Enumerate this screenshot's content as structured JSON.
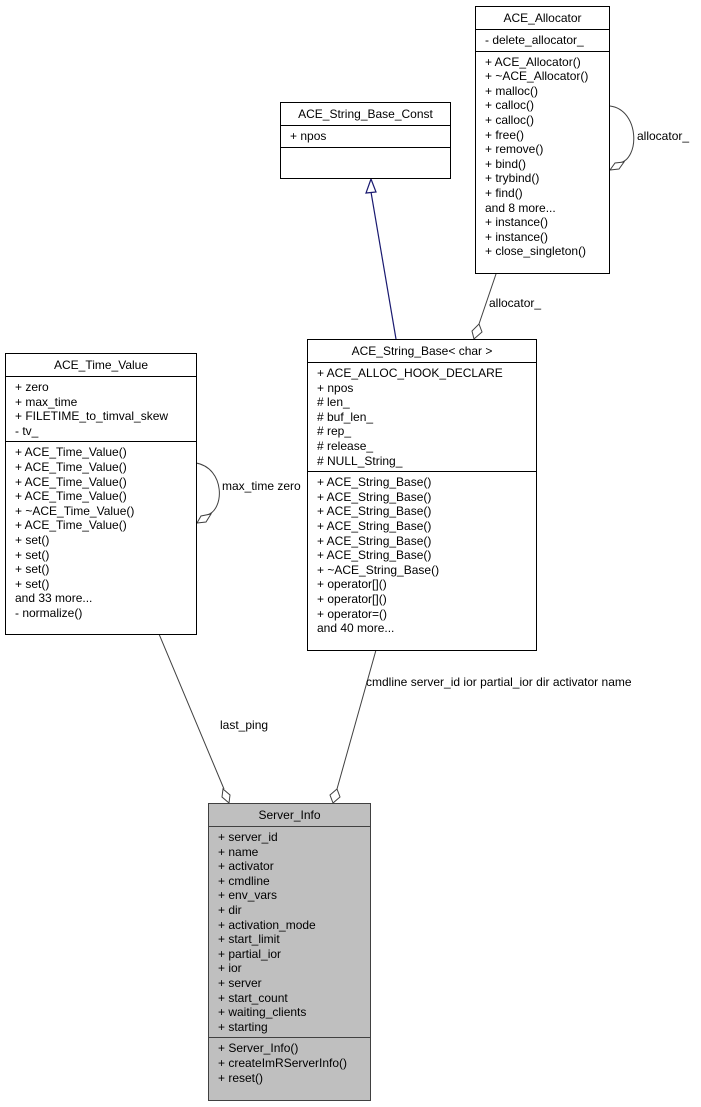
{
  "classes": {
    "allocator": {
      "name": "ACE_Allocator",
      "attributes": [
        "- delete_allocator_"
      ],
      "methods": [
        "+ ACE_Allocator()",
        "+ ~ACE_Allocator()",
        "+ malloc()",
        "+ calloc()",
        "+ calloc()",
        "+ free()",
        "+ remove()",
        "+ bind()",
        "+ trybind()",
        "+ find()",
        "and 8 more...",
        "+ instance()",
        "+ instance()",
        "+ close_singleton()"
      ]
    },
    "string_base_const": {
      "name": "ACE_String_Base_Const",
      "attributes": [
        "+ npos"
      ],
      "methods": []
    },
    "string_base": {
      "name": "ACE_String_Base< char >",
      "attributes": [
        "+ ACE_ALLOC_HOOK_DECLARE",
        "+ npos",
        "# len_",
        "# buf_len_",
        "# rep_",
        "# release_",
        "# NULL_String_"
      ],
      "methods": [
        "+ ACE_String_Base()",
        "+ ACE_String_Base()",
        "+ ACE_String_Base()",
        "+ ACE_String_Base()",
        "+ ACE_String_Base()",
        "+ ACE_String_Base()",
        "+ ~ACE_String_Base()",
        "+ operator[]()",
        "+ operator[]()",
        "+ operator=()",
        "and 40 more..."
      ]
    },
    "time_value": {
      "name": "ACE_Time_Value",
      "attributes": [
        "+ zero",
        "+ max_time",
        "+ FILETIME_to_timval_skew",
        "- tv_"
      ],
      "methods": [
        "+ ACE_Time_Value()",
        "+ ACE_Time_Value()",
        "+ ACE_Time_Value()",
        "+ ACE_Time_Value()",
        "+ ~ACE_Time_Value()",
        "+ ACE_Time_Value()",
        "+ set()",
        "+ set()",
        "+ set()",
        "+ set()",
        "and 33 more...",
        "- normalize()"
      ]
    },
    "server_info": {
      "name": "Server_Info",
      "attributes": [
        "+ server_id",
        "+ name",
        "+ activator",
        "+ cmdline",
        "+ env_vars",
        "+ dir",
        "+ activation_mode",
        "+ start_limit",
        "+ partial_ior",
        "+ ior",
        "+ server",
        "+ start_count",
        "+ waiting_clients",
        "+ starting"
      ],
      "methods": [
        "+ Server_Info()",
        "+ createImRServerInfo()",
        "+ reset()"
      ]
    }
  },
  "edges": {
    "allocator_self": {
      "label": "allocator_"
    },
    "allocator_to_string_base": {
      "label": "allocator_"
    },
    "time_value_self": {
      "label_lines": [
        "max_time",
        "zero"
      ]
    },
    "time_value_to_server_info": {
      "label": "last_ping"
    },
    "string_base_to_server_info": {
      "label_lines": [
        "cmdline",
        "server_id",
        "ior",
        "partial_ior",
        "dir",
        "activator",
        "name"
      ]
    },
    "inheritance": {
      "from": "ACE_String_Base< char >",
      "to": "ACE_String_Base_Const"
    }
  },
  "colors": {
    "inheritance_edge": "#191970",
    "association_edge": "#404040",
    "highlight_fill": "#bfbfbf"
  }
}
